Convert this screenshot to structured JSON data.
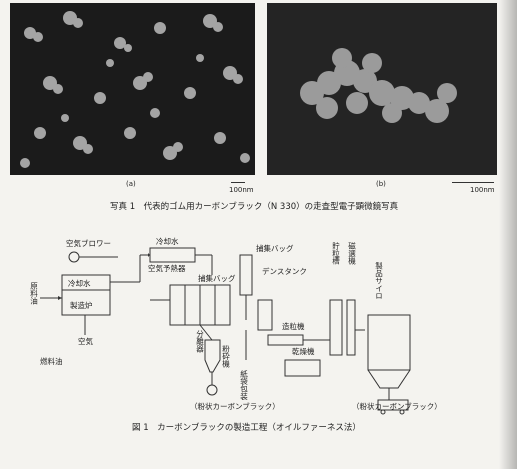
{
  "photos": {
    "a": {
      "label": "(a)",
      "scale": "100nm"
    },
    "b": {
      "label": "(b)",
      "scale": "100nm"
    },
    "caption": "写真 1　代表的ゴム用カーボンブラック（N 330）の走査型電子顕微鏡写真"
  },
  "figure": {
    "caption": "図 1　カーボンブラックの製造工程（オイルファーネス法）",
    "labels": {
      "air_blower": "空気ブロワー",
      "cooling_water_top": "冷却水",
      "air_preheater": "空気予熱器",
      "bag_top": "捕集バッグ",
      "storage_bin": "貯粒槽",
      "magnetic_separator": "磁選機",
      "product_silo": "製品サイロ",
      "feedstock": "原料油",
      "cooling_water": "冷却水",
      "reactor": "製造炉",
      "air": "空気",
      "fuel": "燃料油",
      "bag_filter": "捕集バッグ",
      "densing_tank": "デンスタンク",
      "separator": "分離器",
      "pulverizer": "粉砕機",
      "pelletizer": "造粒機",
      "dryer": "乾燥機",
      "packing": "紙袋包装",
      "powder_product": "（粉状カーボンブラック）",
      "granular_product": "（粉状カーボンブラック）"
    }
  }
}
